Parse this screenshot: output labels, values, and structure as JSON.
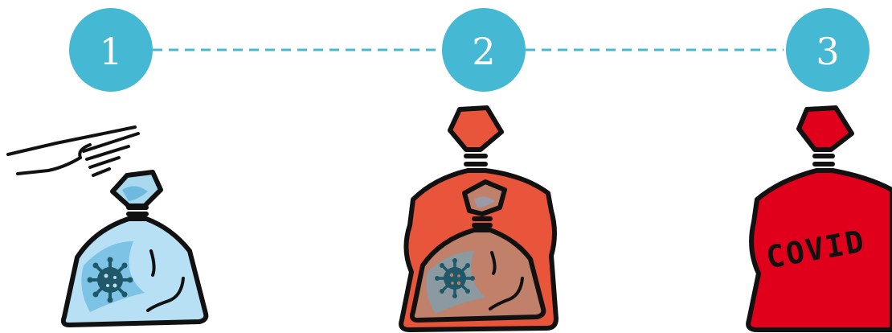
{
  "steps": [
    {
      "number": "1"
    },
    {
      "number": "2"
    },
    {
      "number": "3"
    }
  ],
  "bag_label": "COVID",
  "colors": {
    "step_circle": "#45b8d4",
    "connector": "#45b8d4",
    "clear_bag": "#b8e0f4",
    "orange_bag": "#e8553a",
    "inner_bag_tinted": "#c0806a",
    "red_bag": "#e0001b",
    "virus": "#1f5868",
    "outline": "#111111"
  },
  "icons": [
    "hand-icon",
    "clear-waste-bag-icon",
    "orange-waste-bag-icon",
    "red-waste-bag-icon",
    "virus-icon"
  ]
}
